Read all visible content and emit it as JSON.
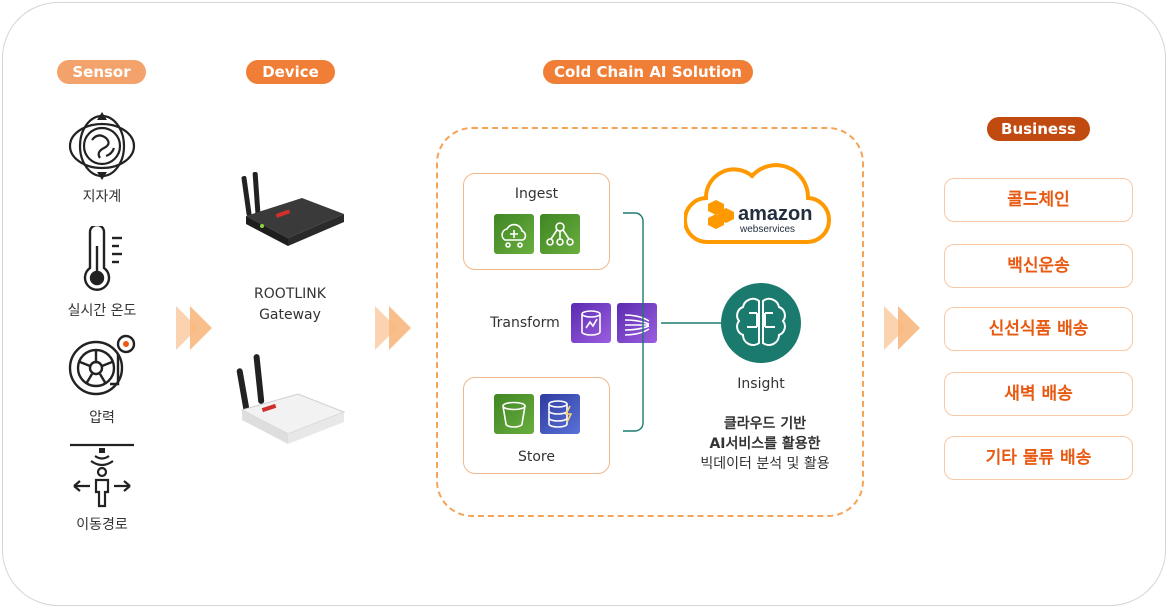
{
  "sections": {
    "sensor": "Sensor",
    "device": "Device",
    "solution": "Cold Chain AI Solution",
    "business": "Business"
  },
  "sensors": [
    {
      "label": "지자계",
      "icon": "magnetometer-icon"
    },
    {
      "label": "실시간 온도",
      "icon": "thermometer-icon"
    },
    {
      "label": "압력",
      "icon": "pressure-gauge-icon"
    },
    {
      "label": "이동경로",
      "icon": "movement-path-icon"
    }
  ],
  "device": {
    "name_line1": "ROOTLINK",
    "name_line2": "Gateway"
  },
  "solution": {
    "ingest": "Ingest",
    "transform": "Transform",
    "store": "Store",
    "insight": "Insight",
    "description": [
      "클라우드 기반",
      "AI서비스를 활용한",
      "빅데이터 분석 및 활용"
    ],
    "aws_logo": "amazon web services"
  },
  "business": [
    "콜드체인",
    "백신운송",
    "신선식품 배송",
    "새벽 배송",
    "기타 물류 배송"
  ],
  "colors": {
    "accent": "#f07e36",
    "accent_light": "#f4a26c",
    "accent_dark": "#c04a10",
    "aws_orange": "#ff9900",
    "teal": "#1b7a6e"
  }
}
